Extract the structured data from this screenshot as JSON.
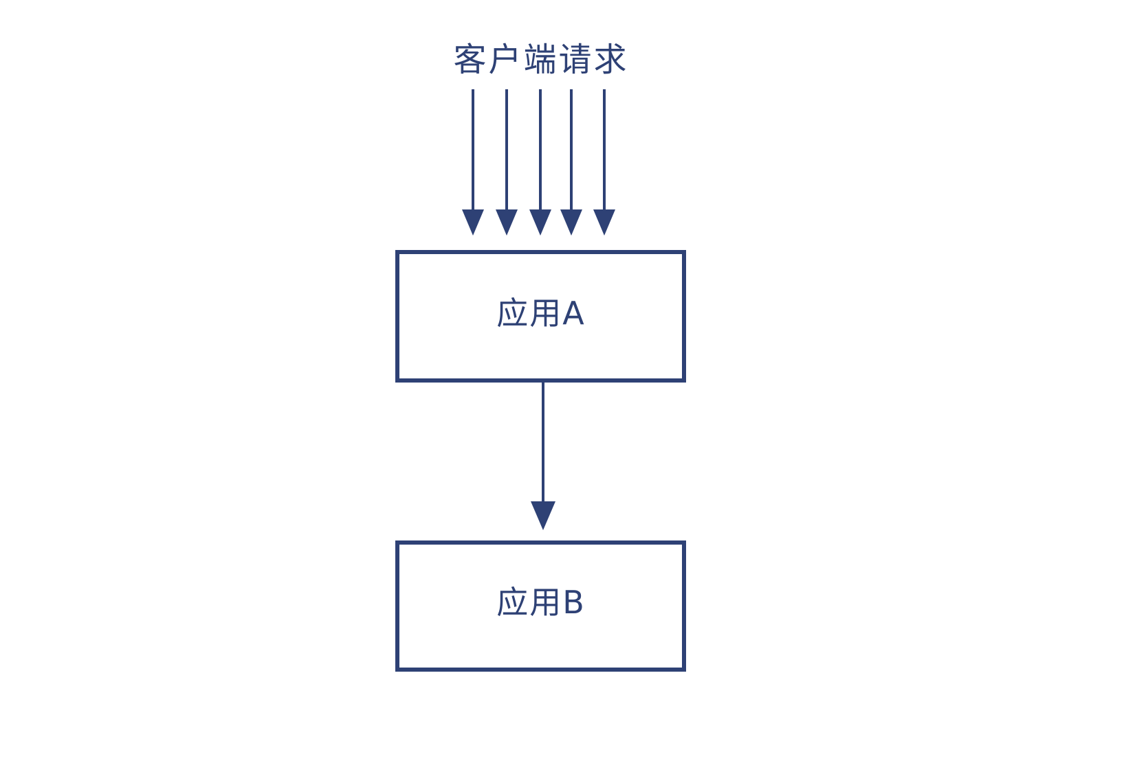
{
  "diagram": {
    "title": "客户端请求",
    "background_color": "#ffffff",
    "accent_color": "#2e4175",
    "nodes": [
      {
        "id": "app-a",
        "label": "应用A"
      },
      {
        "id": "app-b",
        "label": "应用B"
      }
    ],
    "client_request_arrows": {
      "count": 5,
      "label": "客户端请求",
      "target": "应用A"
    },
    "connector": {
      "from": "应用A",
      "to": "应用B",
      "label": ""
    }
  }
}
